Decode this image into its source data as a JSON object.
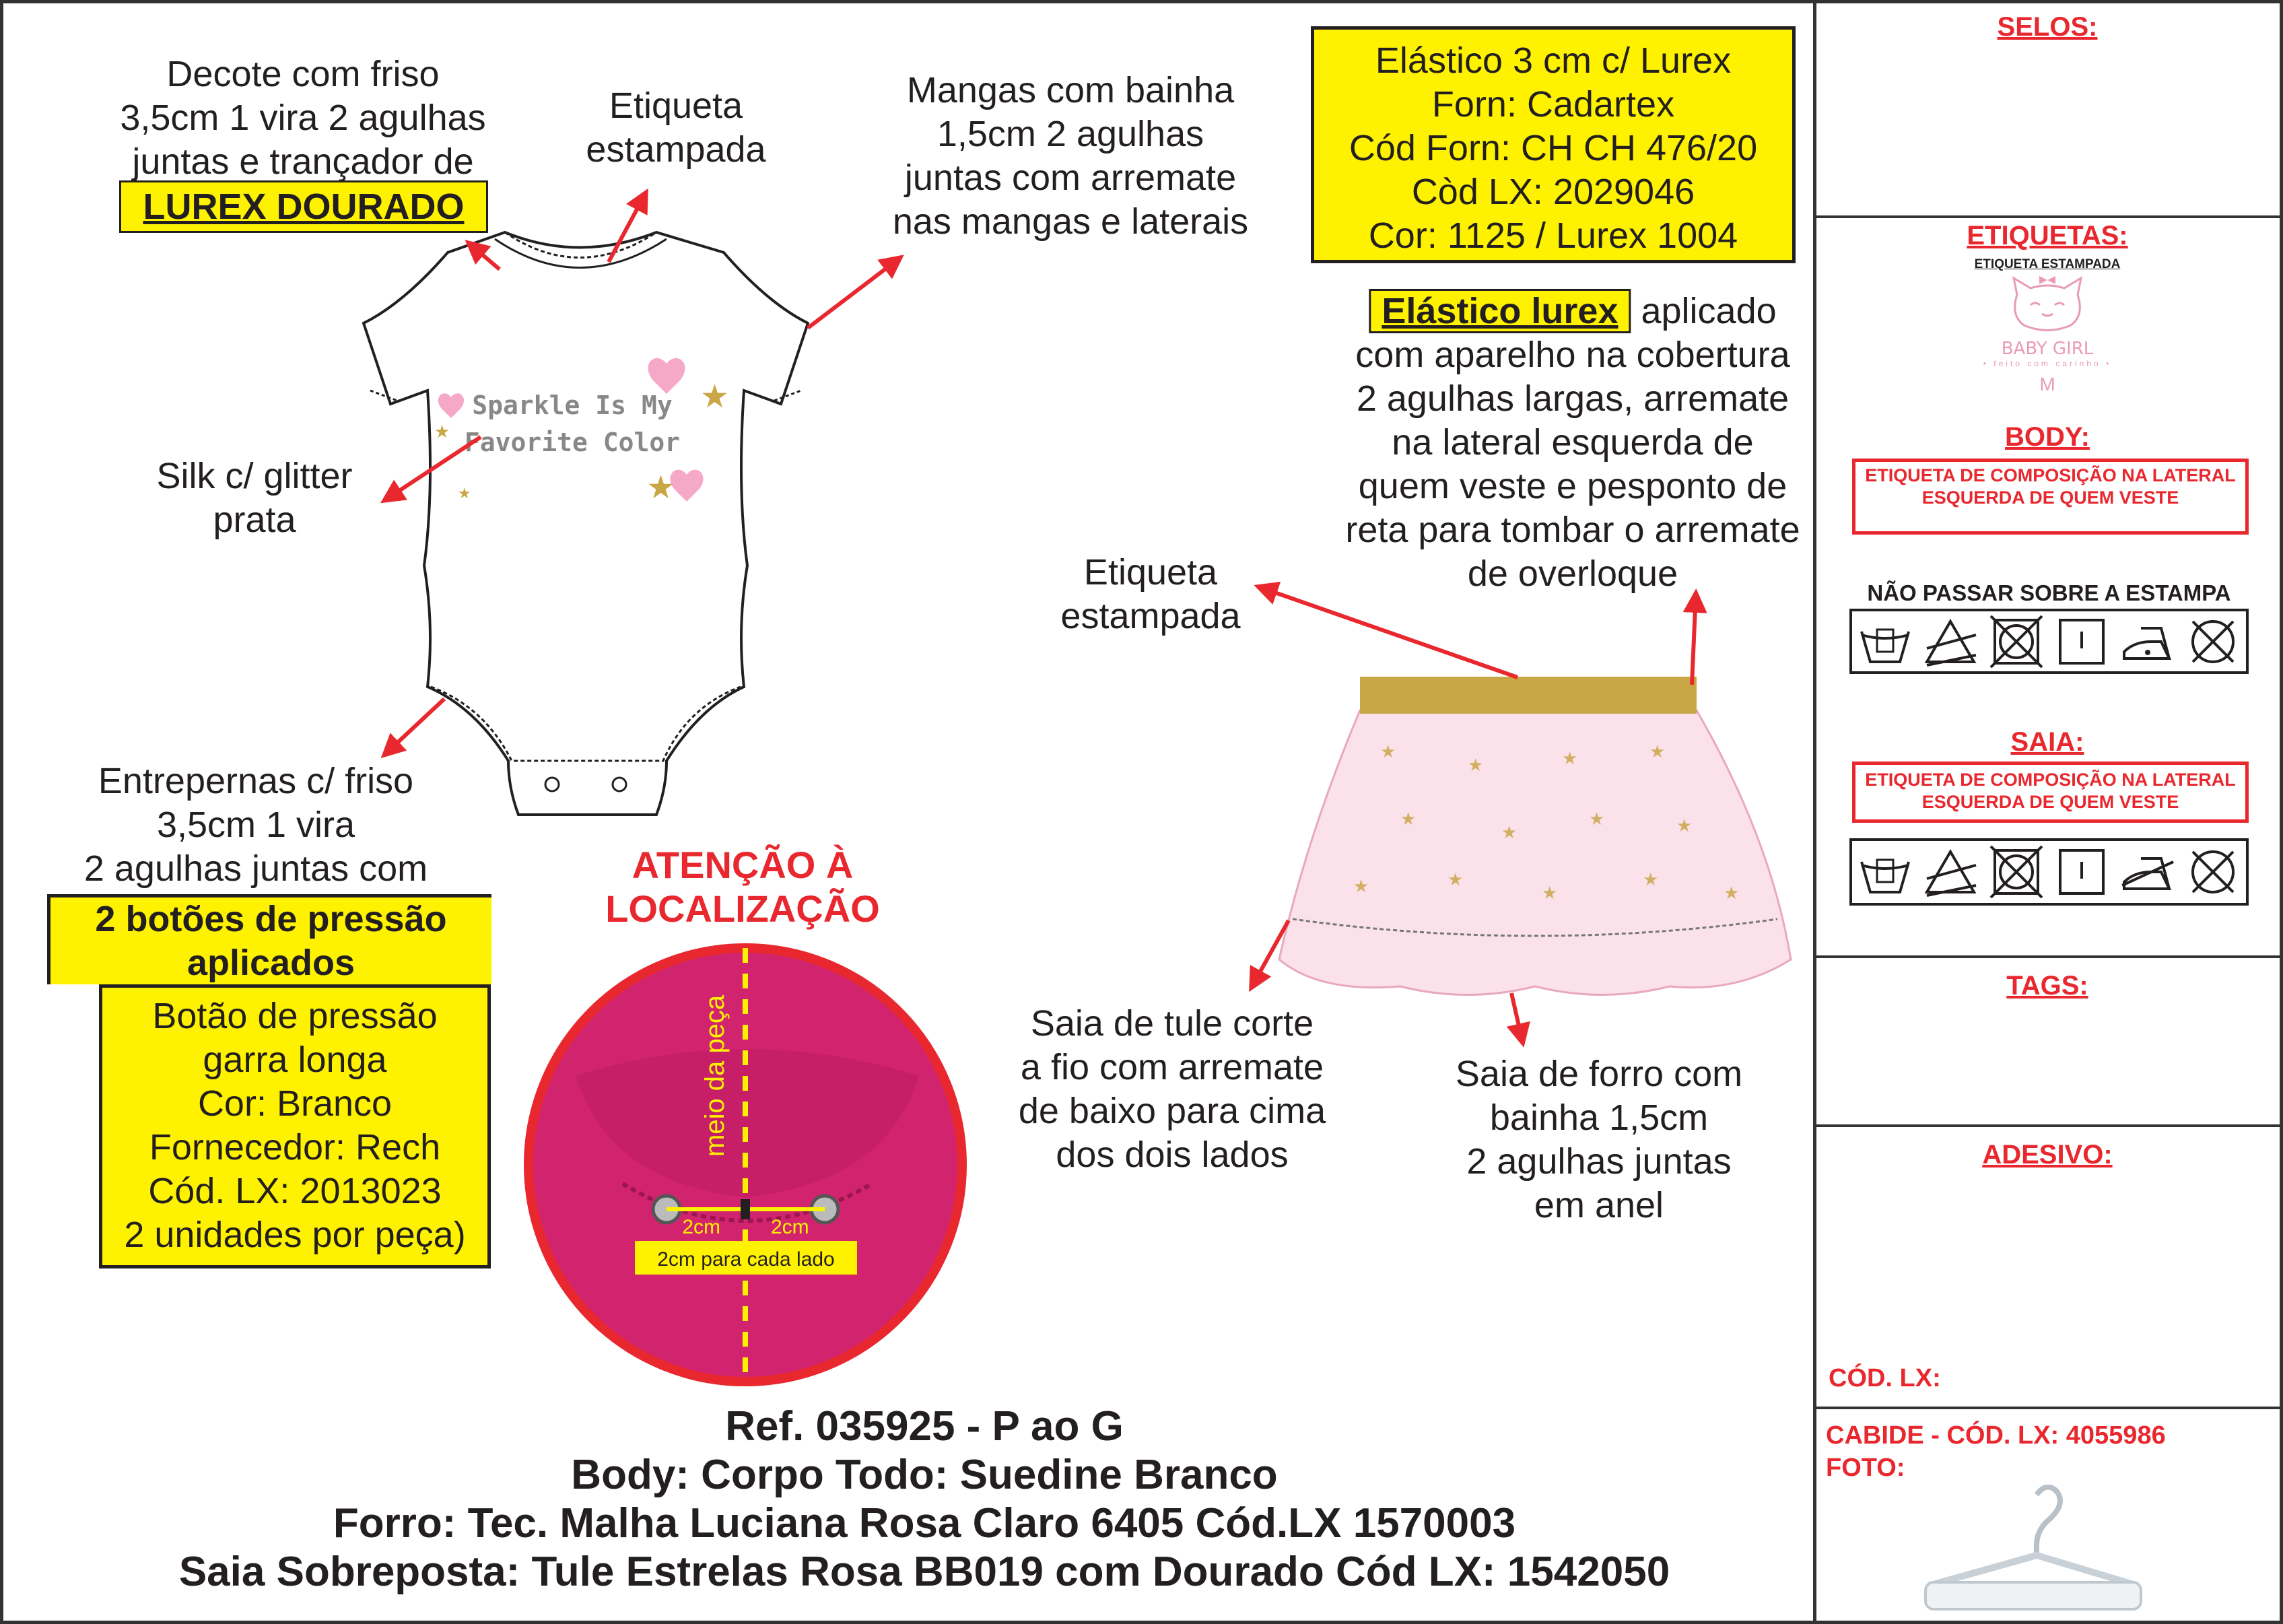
{
  "notes": {
    "neckline": [
      "Decote com friso",
      "3,5cm 1 vira 2 agulhas",
      "juntas e trançador de"
    ],
    "neckline_highlight": "LUREX DOURADO",
    "label_body": [
      "Etiqueta",
      "estampada"
    ],
    "sleeves": [
      "Mangas com bainha",
      "1,5cm 2 agulhas",
      "juntas com arremate",
      "nas mangas e laterais"
    ],
    "silk": [
      "Silk c/ glitter",
      "prata"
    ],
    "crotch": [
      "Entrepernas c/ friso",
      "3,5cm 1 vira",
      "2 agulhas juntas com"
    ],
    "snaps_highlight": [
      "2 botões de pressão",
      "aplicados"
    ],
    "snap_box": [
      "Botão de pressão",
      "garra longa",
      "Cor: Branco",
      "Fornecedor: Rech",
      "Cód. LX: 2013023",
      "2 unidades por peça)"
    ],
    "elastic_box": [
      "Elástico 3 cm c/ Lurex",
      "Forn: Cadartex",
      "Cód Forn: CH CH 476/20",
      "Còd LX: 2029046",
      "Cor: 1125 / Lurex 1004"
    ],
    "elastic_highlight": "Elástico lurex",
    "elastic_first_rest": " aplicado",
    "elastic_desc": [
      "com aparelho na cobertura",
      "2 agulhas largas, arremate",
      "na lateral esquerda de",
      "quem veste e pesponto de",
      "reta para tombar o arremate",
      "de overloque"
    ],
    "label_skirt": [
      "Etiqueta",
      "estampada"
    ],
    "tulle": [
      "Saia de tule corte",
      "a fio com arremate",
      "de baixo para cima",
      "dos dois lados"
    ],
    "lining": [
      "Saia de forro com",
      "bainha 1,5cm",
      "2 agulhas juntas",
      "em anel"
    ],
    "attention": [
      "ATENÇÃO À",
      "LOCALIZAÇÃO"
    ]
  },
  "print_text": [
    "Sparkle Is My",
    "Favorite Color"
  ],
  "detail": {
    "center_label": "meio da peça",
    "left": "2cm",
    "right": "2cm",
    "caption": "2cm para cada lado"
  },
  "reference": [
    "Ref. 035925 - P ao G",
    "Body: Corpo Todo: Suedine Branco",
    "Forro: Tec. Malha Luciana Rosa Claro 6405 Cód.LX 1570003",
    "Saia Sobreposta: Tule Estrelas Rosa BB019 com Dourado Cód LX: 1542050"
  ],
  "panel": {
    "selos": "SELOS:",
    "etiquetas": "ETIQUETAS:",
    "etiqueta_estampada": "ETIQUETA ESTAMPADA",
    "logo": {
      "brand": "BABY GIRL",
      "tagline": "• feito com carinho •",
      "size": "M"
    },
    "body": "BODY:",
    "body_box": "ETIQUETA DE COMPOSIÇÃO NA LATERAL ESQUERDA DE QUEM VESTE",
    "no_iron": "NÃO PASSAR SOBRE A ESTAMPA",
    "saia": "SAIA:",
    "saia_box": "ETIQUETA DE COMPOSIÇÃO NA LATERAL ESQUERDA DE QUEM VESTE",
    "tags": "TAGS:",
    "adesivo": "ADESIVO:",
    "cod_lx": "CÓD. LX:",
    "cabide": "CABIDE - CÓD. LX: 4055986",
    "foto": "FOTO:"
  },
  "colors": {
    "red": "#e8282e",
    "yellow": "#fff200",
    "pink": "#e0327a",
    "gold": "#c9a646"
  }
}
